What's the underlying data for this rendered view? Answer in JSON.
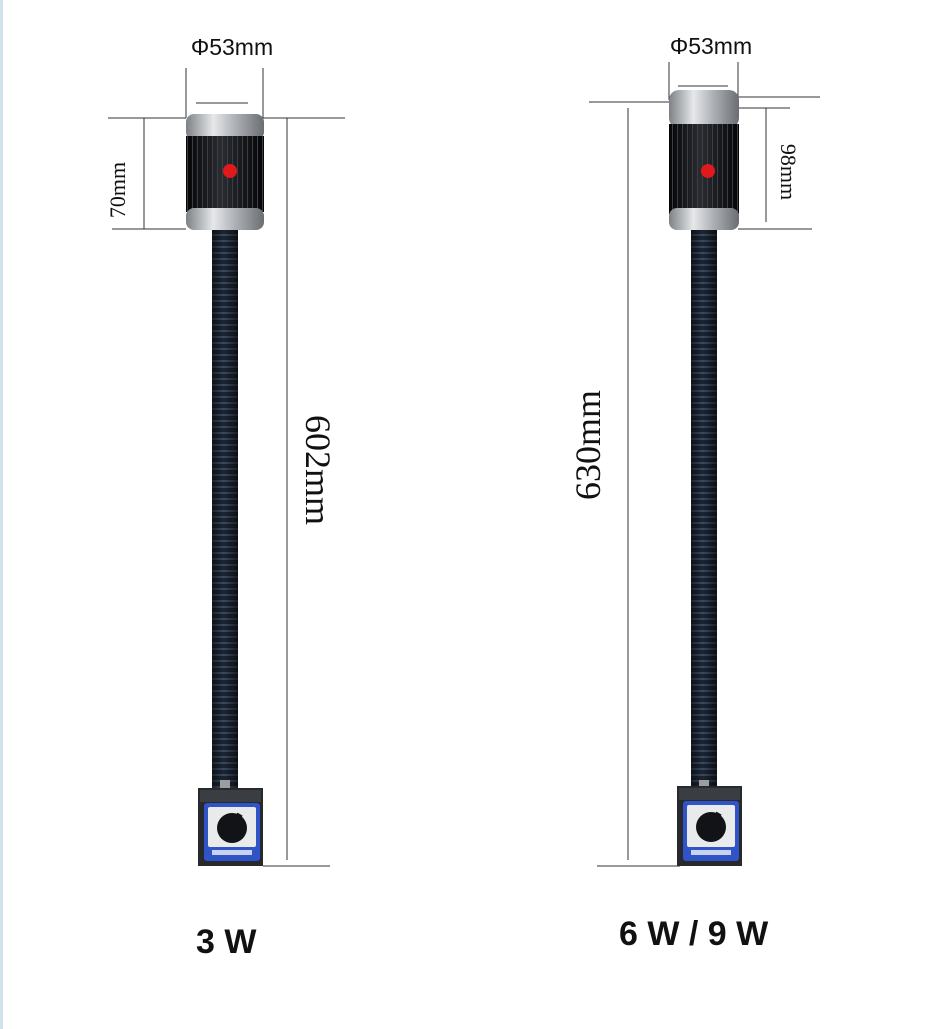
{
  "lamps": [
    {
      "id": "small",
      "diameter_label": "Φ53mm",
      "head_height_label": "70mm",
      "total_length_label": "602mm",
      "wattage_label": "3 W"
    },
    {
      "id": "large",
      "diameter_label": "Φ53mm",
      "head_height_label": "98mm",
      "total_length_label": "630mm",
      "wattage_label": "6 W / 9 W"
    }
  ],
  "colors": {
    "head_body": "#15161a",
    "metal_ring": "#b8bcc0",
    "button": "#e0191d",
    "neck": "#1f2a3a",
    "base_body": "#2a2c30",
    "base_label": "#2f54c8",
    "dimension_lines": "#333333"
  }
}
